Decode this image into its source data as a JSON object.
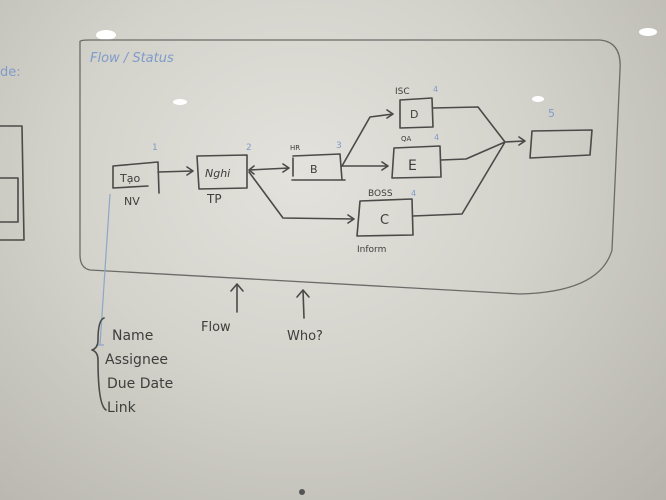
{
  "board": {
    "title": "Flow / Status",
    "edge_fragment": "de:",
    "nodes": [
      {
        "id": "1",
        "step": "1",
        "label": "Tạo",
        "caption": "NV"
      },
      {
        "id": "2",
        "step": "2",
        "label": "Nghi",
        "caption": "TP"
      },
      {
        "id": "3",
        "step": "3",
        "label": "B",
        "role": "HR"
      },
      {
        "id": "4a",
        "step": "4",
        "label": "D",
        "role": "ISC"
      },
      {
        "id": "4b",
        "step": "4",
        "label": "E",
        "role": "QA"
      },
      {
        "id": "4c",
        "step": "4",
        "label": "C",
        "role": "BOSS",
        "caption": "Inform"
      },
      {
        "id": "5",
        "step": "5",
        "label": ""
      }
    ],
    "annotations": {
      "flow": "Flow",
      "who": "Who?",
      "fields": [
        "Name",
        "Assignee",
        "Due Date",
        "Link"
      ]
    }
  }
}
